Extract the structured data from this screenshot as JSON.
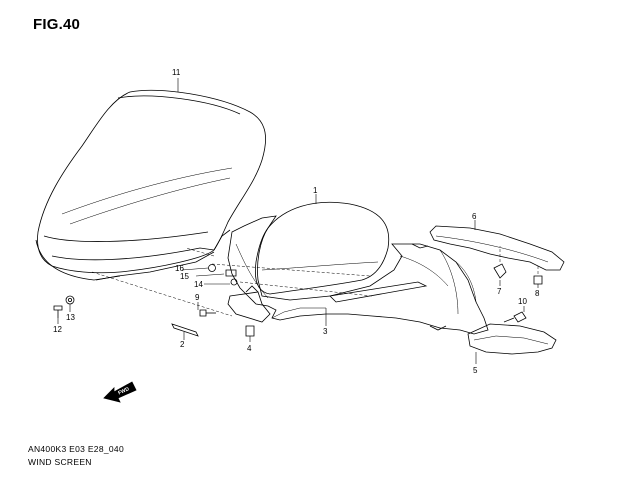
{
  "figure": {
    "title": "FIG.40"
  },
  "footer": {
    "model_code": "AN400K3 E03 E28_040",
    "section_name": "WIND SCREEN"
  },
  "fwd_label": "FWD",
  "parts": [
    {
      "ref": "1"
    },
    {
      "ref": "2"
    },
    {
      "ref": "3"
    },
    {
      "ref": "4"
    },
    {
      "ref": "5"
    },
    {
      "ref": "6"
    },
    {
      "ref": "7"
    },
    {
      "ref": "8"
    },
    {
      "ref": "9"
    },
    {
      "ref": "10"
    },
    {
      "ref": "11"
    },
    {
      "ref": "12"
    },
    {
      "ref": "13"
    },
    {
      "ref": "14"
    },
    {
      "ref": "15"
    },
    {
      "ref": "16"
    }
  ]
}
